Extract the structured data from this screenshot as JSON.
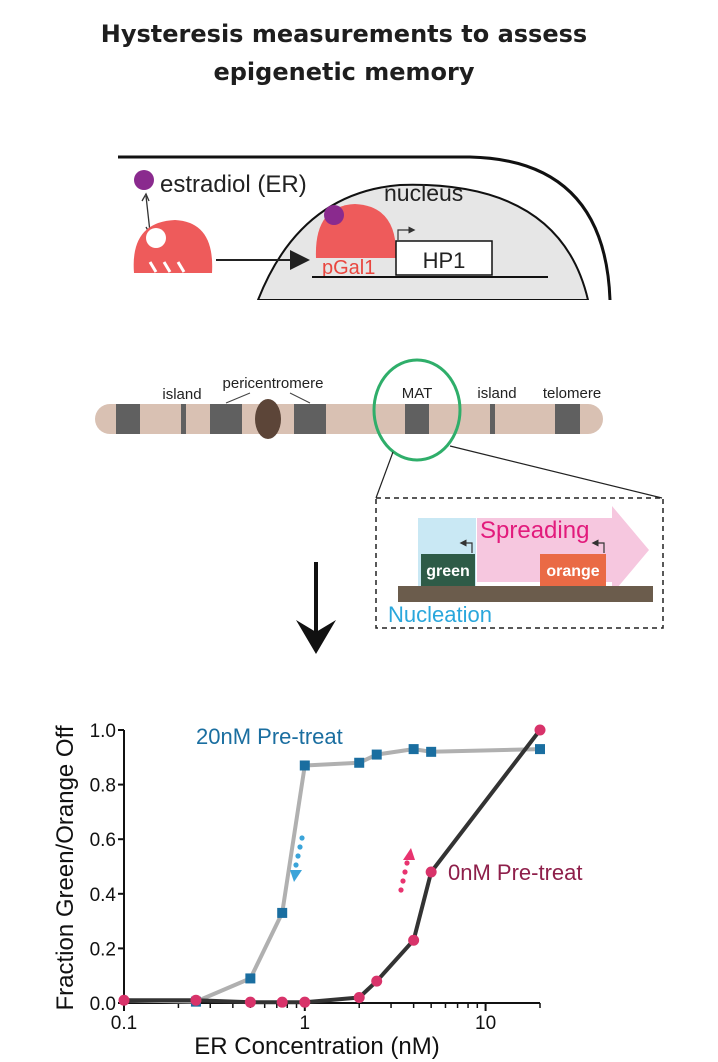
{
  "title": {
    "line1": "Hysteresis measurements to assess",
    "line2": "epigenetic memory"
  },
  "cell_diagram": {
    "estradiol_label": "estradiol (ER)",
    "nucleus_label": "nucleus",
    "promoter_label": "pGal1",
    "gene_label": "HP1",
    "colors": {
      "estradiol": "#8a2a8e",
      "activator": "#ee5b5b",
      "nucleus_fill": "#e6e6e6",
      "promoter_text": "#e9463f"
    }
  },
  "chromosome": {
    "labels": {
      "island_left": "island",
      "pericentromere": "pericentromere",
      "mat": "MAT",
      "island_right": "island",
      "telomere": "telomere"
    },
    "colors": {
      "body": "#d9c1b3",
      "band": "#606060",
      "centromere": "#5c4538",
      "highlight_circle": "#2fae6a"
    }
  },
  "inset": {
    "spreading_label": "Spreading",
    "nucleation_label": "Nucleation",
    "green_label": "green",
    "orange_label": "orange",
    "colors": {
      "spreading": "#e21b7c",
      "spreading_fill": "#f6c7df",
      "nucleation": "#2aa7dc",
      "nucleation_fill": "#c9e8f4",
      "green_box": "#2e5b47",
      "orange_box": "#ea6a45",
      "dna": "#6b5c4c"
    }
  },
  "chart_data": {
    "type": "line",
    "xlabel": "ER Concentration (nM)",
    "ylabel": "Fraction Green/Orange Off",
    "x_scale": "log",
    "xlim": [
      0.1,
      20
    ],
    "ylim": [
      0,
      1.0
    ],
    "xticks": [
      "0.1",
      "1",
      "10"
    ],
    "yticks": [
      "0.0",
      "0.2",
      "0.4",
      "0.6",
      "0.8",
      "1.0"
    ],
    "series": [
      {
        "name": "20nM Pre-treat",
        "line_color": "#b0b0b0",
        "marker_color": "#1a6ea0",
        "marker": "square",
        "x": [
          0.1,
          0.25,
          0.5,
          0.75,
          1.0,
          2.0,
          2.5,
          4.0,
          5.0,
          20.0
        ],
        "y": [
          0.01,
          0.005,
          0.09,
          0.33,
          0.87,
          0.88,
          0.91,
          0.93,
          0.92,
          0.93
        ]
      },
      {
        "name": "0nM Pre-treat",
        "line_color": "#333333",
        "marker_color": "#d8336a",
        "marker": "circle",
        "x": [
          0.1,
          0.25,
          0.5,
          0.75,
          1.0,
          2.0,
          2.5,
          4.0,
          5.0,
          20.0
        ],
        "y": [
          0.01,
          0.01,
          0.003,
          0.003,
          0.003,
          0.02,
          0.08,
          0.23,
          0.48,
          1.0
        ]
      }
    ],
    "series_label_colors": [
      "#1a6ea0",
      "#8e1f4a"
    ]
  }
}
